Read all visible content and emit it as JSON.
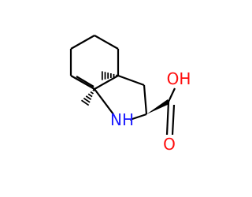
{
  "molecule": {
    "atoms": {
      "nitrogen": {
        "label": "NH",
        "color": "#1a1aff"
      },
      "carbonyl_oxygen": {
        "label": "O",
        "color": "#ff0d0d"
      },
      "hydroxyl": {
        "label": "OH",
        "color": "#ff0d0d"
      }
    },
    "bond_color": "#000000"
  }
}
